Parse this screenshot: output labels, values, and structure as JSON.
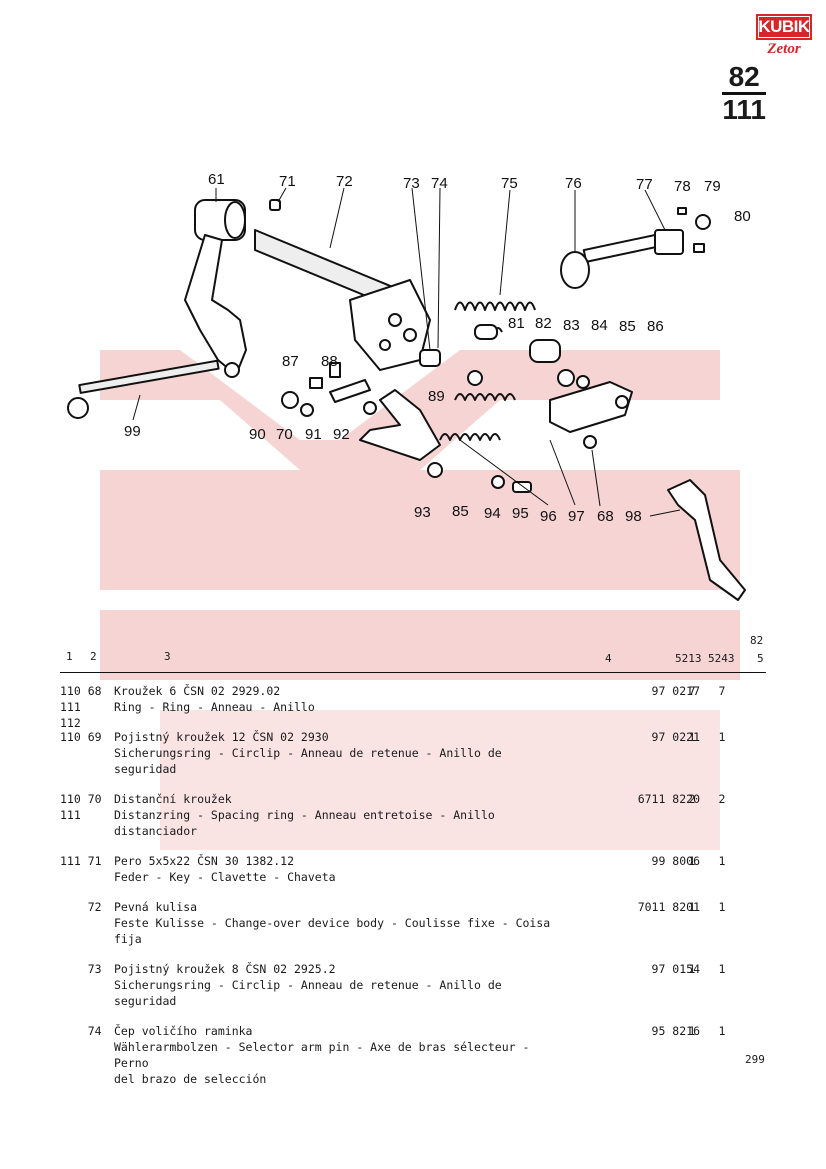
{
  "brand": {
    "top": "KUBIK",
    "bottom": "Zetor"
  },
  "page_group": {
    "group": "82",
    "sub": "111"
  },
  "callouts": [
    "61",
    "71",
    "72",
    "73",
    "74",
    "75",
    "76",
    "77",
    "78",
    "79",
    "80",
    "81",
    "82",
    "83",
    "84",
    "85",
    "86",
    "87",
    "88",
    "89",
    "99",
    "90",
    "70",
    "91",
    "92",
    "93",
    "85",
    "94",
    "95",
    "96",
    "97",
    "68",
    "98"
  ],
  "header": {
    "col1": "1",
    "col2": "2",
    "col3": "3",
    "col4": "4",
    "col5a": "5213",
    "col5b": "5243",
    "group": "82",
    "col5": "5"
  },
  "rows": [
    {
      "c12": "110 68\n111\n112",
      "lines": [
        "Kroužek 6 ČSN 02 2929.02",
        "Ring - Ring - Anneau - Anillo"
      ],
      "part": "97 0217",
      "q1": "7",
      "q2": "7"
    },
    {
      "c12": "110 69",
      "lines": [
        "Pojistný kroužek 12 ČSN 02 2930",
        "Sicherungsring - Circlip - Anneau de retenue - Anillo de seguridad"
      ],
      "part": "97 0221",
      "q1": "1",
      "q2": "1"
    },
    {
      "c12": "110 70\n111",
      "lines": [
        "Distanční kroužek",
        "Distanzring - Spacing ring - Anneau entretoise - Anillo distanciador"
      ],
      "part": "6711 8220",
      "q1": "2",
      "q2": "2"
    },
    {
      "c12": "111 71",
      "lines": [
        "Pero 5x5x22 ČSN 30 1382.12",
        "Feder - Key - Clavette - Chaveta"
      ],
      "part": "99 8006",
      "q1": "1",
      "q2": "1"
    },
    {
      "c12": "    72",
      "lines": [
        "Pevná kulisa",
        "Feste Kulisse - Change-over device body - Coulisse fixe - Coisa fija"
      ],
      "part": "7011 8201",
      "q1": "1",
      "q2": "1"
    },
    {
      "c12": "    73",
      "lines": [
        "Pojistný kroužek 8 ČSN 02 2925.2",
        "Sicherungsring - Circlip - Anneau de retenue - Anillo de seguridad"
      ],
      "part": "97 0154",
      "q1": "1",
      "q2": "1"
    },
    {
      "c12": "    74",
      "lines": [
        "Čep voličího raminka",
        "Wählerarmbolzen - Selector arm pin - Axe de bras sélecteur - Perno",
        "del brazo de selección"
      ],
      "part": "95 8216",
      "q1": "1",
      "q2": "1"
    }
  ],
  "page_number": "299",
  "colors": {
    "brand_red": "#d6252b",
    "watermark": "#f6d4d4"
  }
}
